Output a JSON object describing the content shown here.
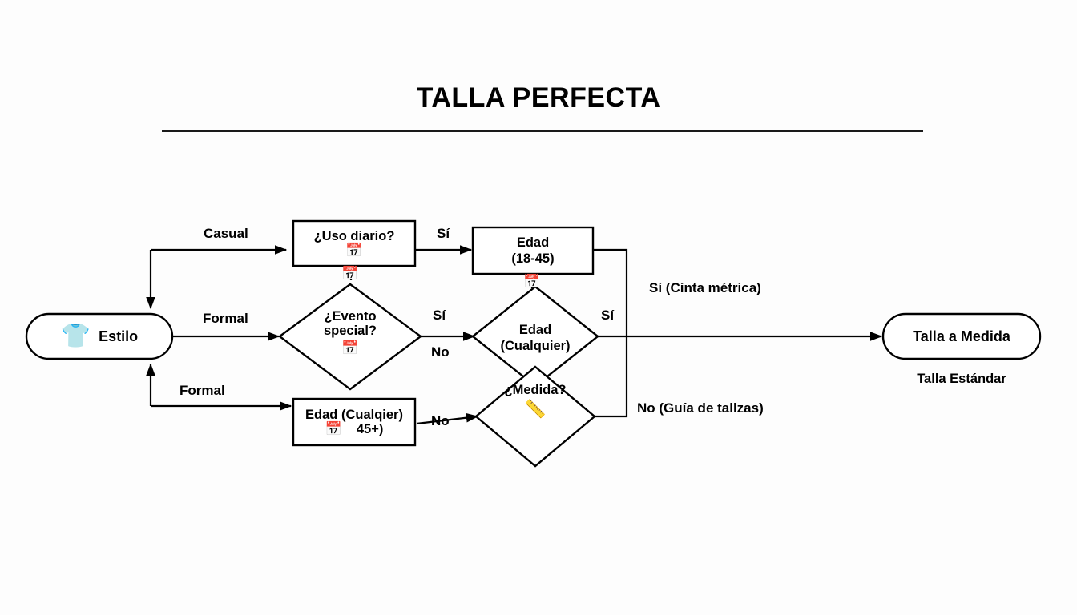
{
  "document": {
    "title": "TALLA PERFECTA",
    "background_color": "#fdfdfd",
    "line_color": "#000000",
    "text_color": "#000000"
  },
  "chart_data": {
    "type": "diagram",
    "title": "TALLA PERFECTA",
    "nodes": [
      {
        "id": "estilo",
        "label": "Estilo",
        "shape": "pill",
        "icon": "tshirt-icon"
      },
      {
        "id": "uso_diario",
        "label": "¿Uso diario?",
        "shape": "rect",
        "icon": "calendar-icon"
      },
      {
        "id": "evento",
        "label": "¿Evento special?",
        "shape": "diamond",
        "icon": "calendar-icon"
      },
      {
        "id": "edad_18_45",
        "label": "Edad (18-45)",
        "shape": "rect",
        "icon": "calendar-icon"
      },
      {
        "id": "edad_45_plus",
        "label": "Edad (Cualqier) 45+)",
        "shape": "rect",
        "icon": "calendar-icon"
      },
      {
        "id": "edad_cualquier",
        "label": "Edad (Cualquier)",
        "shape": "diamond",
        "icon": "none"
      },
      {
        "id": "medida",
        "label": "¿Medida?",
        "shape": "diamond",
        "icon": "measuring-tape-icon"
      },
      {
        "id": "talla_medida",
        "label": "Talla a Medida",
        "shape": "pill",
        "icon": "none"
      }
    ],
    "edges": [
      {
        "from": "estilo",
        "to": "uso_diario",
        "label": "Casual"
      },
      {
        "from": "estilo",
        "to": "evento",
        "label": "Formal"
      },
      {
        "from": "estilo",
        "to": "edad_45_plus",
        "label": "Formal"
      },
      {
        "from": "uso_diario",
        "to": "edad_18_45",
        "label": "Sí"
      },
      {
        "from": "evento",
        "to": "edad_cualquier",
        "label": "Sí"
      },
      {
        "from": "evento",
        "to": "edad_cualquier",
        "label": "No"
      },
      {
        "from": "edad_45_plus",
        "to": "medida",
        "label": "No"
      },
      {
        "from": "edad_cualquier",
        "to": "talla_medida",
        "label": "Sí"
      },
      {
        "from": "edad_18_45",
        "to": "talla_medida",
        "label": "Sí (Cinta métrica)"
      },
      {
        "from": "medida",
        "to": "talla_medida",
        "label": "No (Guía de tallzas)"
      }
    ]
  },
  "nodes": {
    "estilo": {
      "label": "Estilo",
      "icon": "tshirt-icon"
    },
    "uso_diario": {
      "label": "¿Uso diario?",
      "icon": "calendar-icon"
    },
    "evento": {
      "line1": "¿Evento",
      "line2": "special?",
      "icon": "calendar-icon"
    },
    "edad_18_45": {
      "line1": "Edad",
      "line2": "(18-45)",
      "icon": "calendar-icon"
    },
    "edad_45_plus": {
      "line1": "Edad (Cualqier)",
      "line2": "45+)",
      "icon": "calendar-icon"
    },
    "edad_cualquier": {
      "line1": "Edad",
      "line2": "(Cualquier)"
    },
    "medida": {
      "label": "¿Medida?",
      "icon": "measuring-tape-icon"
    },
    "talla_medida": {
      "label": "Talla a Medida",
      "caption": "Talla Estándar"
    }
  },
  "edge_labels": {
    "casual": "Casual",
    "formal_mid": "Formal",
    "formal_bottom": "Formal",
    "si_uso": "Sí",
    "si_evento": "Sí",
    "no_evento": "No",
    "no_edad45": "No",
    "si_cualquier": "Sí",
    "si_cinta": "Sí (Cinta métrica)",
    "no_guia": "No (Guía de tallzas)"
  }
}
